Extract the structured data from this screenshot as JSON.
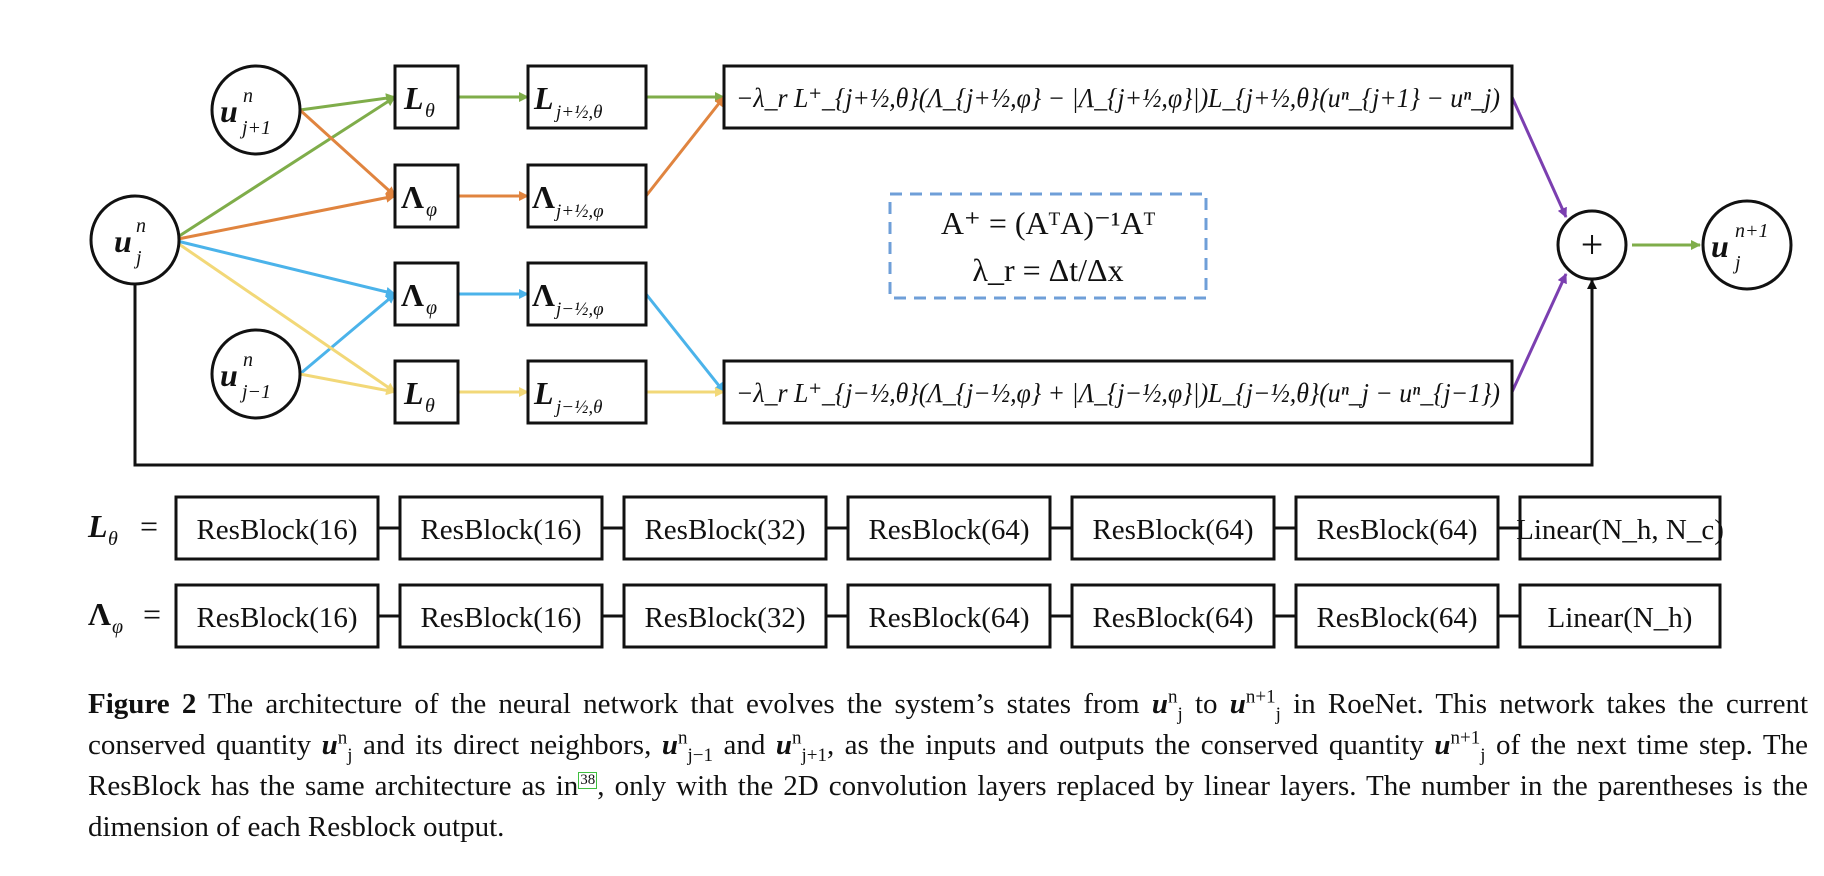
{
  "diagram": {
    "nodes": {
      "u_j": {
        "base": "u",
        "sup": "n",
        "sub": "j"
      },
      "u_jp1": {
        "base": "u",
        "sup": "n",
        "sub": "j+1"
      },
      "u_jm1": {
        "base": "u",
        "sup": "n",
        "sub": "j−1"
      },
      "u_out": {
        "base": "u",
        "sup": "n+1",
        "sub": "j"
      },
      "plus": "+"
    },
    "networks": {
      "L_theta": {
        "base": "L",
        "sub": "θ"
      },
      "Lambda_phi": {
        "base": "Λ",
        "sub": "φ"
      }
    },
    "intermediates": {
      "L_plus": {
        "base": "L",
        "sub": "j+½,θ"
      },
      "Lambda_plus": {
        "base": "Λ",
        "sub": "j+½,φ"
      },
      "Lambda_minus": {
        "base": "Λ",
        "sub": "j−½,φ"
      },
      "L_minus": {
        "base": "L",
        "sub": "j−½,θ"
      }
    },
    "flux_top": "−λ_r L⁺_{j+½,θ}(Λ_{j+½,φ} − |Λ_{j+½,φ}|)L_{j+½,θ}(uⁿ_{j+1} − uⁿ_j)",
    "flux_bottom": "−λ_r L⁺_{j−½,θ}(Λ_{j−½,φ} + |Λ_{j−½,φ}|)L_{j−½,θ}(uⁿ_j − uⁿ_{j−1})",
    "formula_line1": "A⁺ = (AᵀA)⁻¹Aᵀ",
    "formula_line2": "λ_r = Δt/Δx",
    "colors": {
      "green": "#7fad4a",
      "orange": "#e0843f",
      "blue": "#4bb3ea",
      "yellow": "#f2d878",
      "purple": "#7b3fb0",
      "dashed_box": "#6f9fd8"
    }
  },
  "architecture": {
    "L_theta_label": {
      "base": "L",
      "sub": "θ",
      "eq": "="
    },
    "Lambda_phi_label": {
      "base": "Λ",
      "sub": "φ",
      "eq": "="
    },
    "L_theta_blocks": [
      "ResBlock(16)",
      "ResBlock(16)",
      "ResBlock(32)",
      "ResBlock(64)",
      "ResBlock(64)",
      "ResBlock(64)"
    ],
    "L_theta_last": "Linear(N_h, N_c)",
    "Lambda_phi_blocks": [
      "ResBlock(16)",
      "ResBlock(16)",
      "ResBlock(32)",
      "ResBlock(64)",
      "ResBlock(64)",
      "ResBlock(64)"
    ],
    "Lambda_phi_last": "Linear(N_h)"
  },
  "caption": {
    "label": "Figure 2",
    "t1": " The architecture of the neural network that evolves the system’s states from ",
    "t2": " to ",
    "t3": " in RoeNet. This network takes the current conserved quantity ",
    "t4": " and its direct neighbors, ",
    "t5": " and ",
    "t6": ", as the inputs and outputs the conserved quantity ",
    "t7": " of the next time step. The ResBlock has the same architecture as in",
    "cite": "38",
    "t8": ", only with the 2D convolution layers replaced by linear layers. The number in the parentheses is the dimension of each Resblock output.",
    "u_base": "u",
    "n": "n",
    "np1": "n+1",
    "j": "j",
    "jm1": "j−1",
    "jp1": "j+1"
  }
}
